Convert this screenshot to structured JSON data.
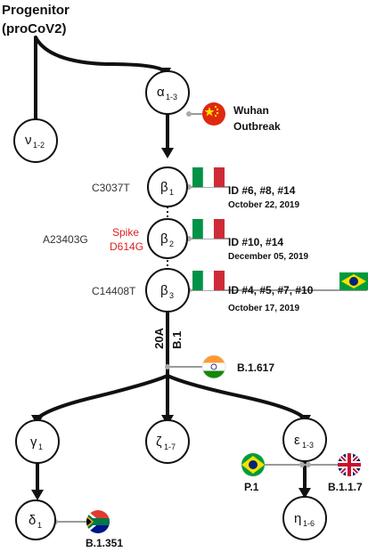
{
  "colors": {
    "accent_red": "#e02020",
    "connector": "#9a9a9a"
  },
  "title": {
    "line1": "Progenitor",
    "line2": "(proCoV2)"
  },
  "nodes": {
    "alpha": {
      "symbol": "α",
      "sub": "1-3"
    },
    "nu": {
      "symbol": "ν",
      "sub": "1-2"
    },
    "beta1": {
      "symbol": "β",
      "sub": "1"
    },
    "beta2": {
      "symbol": "β",
      "sub": "2"
    },
    "beta3": {
      "symbol": "β",
      "sub": "3"
    },
    "gamma": {
      "symbol": "γ",
      "sub": "1"
    },
    "zeta": {
      "symbol": "ζ",
      "sub": "1-7"
    },
    "epsilon": {
      "symbol": "ε",
      "sub": "1-3"
    },
    "delta": {
      "symbol": "δ",
      "sub": "1"
    },
    "eta": {
      "symbol": "η",
      "sub": "1-6"
    }
  },
  "labels": {
    "wuhan1": "Wuhan",
    "wuhan2": "Outbreak",
    "c3037t": "C3037T",
    "a23403g": "A23403G",
    "spike1": "Spike",
    "spike2": "D614G",
    "c14408t": "C14408T",
    "clade20a": "20A",
    "b1": "B.1",
    "b1617": "B.1.617",
    "p1": "P.1",
    "b117": "B.1.1.7",
    "b1351": "B.1.351"
  },
  "ids": {
    "beta1_ids": "ID #6, #8, #14",
    "beta1_date": "October 22, 2019",
    "beta2_ids": "ID #10, #14",
    "beta2_date": "December 05, 2019",
    "beta3_ids": "ID #4, #5, #7, #10",
    "beta3_date": "October 17, 2019"
  },
  "icons": [
    "china-flag-icon",
    "italy-flag-icon",
    "brazil-flag-icon",
    "india-flag-icon",
    "uk-flag-icon",
    "south-africa-flag-icon"
  ]
}
